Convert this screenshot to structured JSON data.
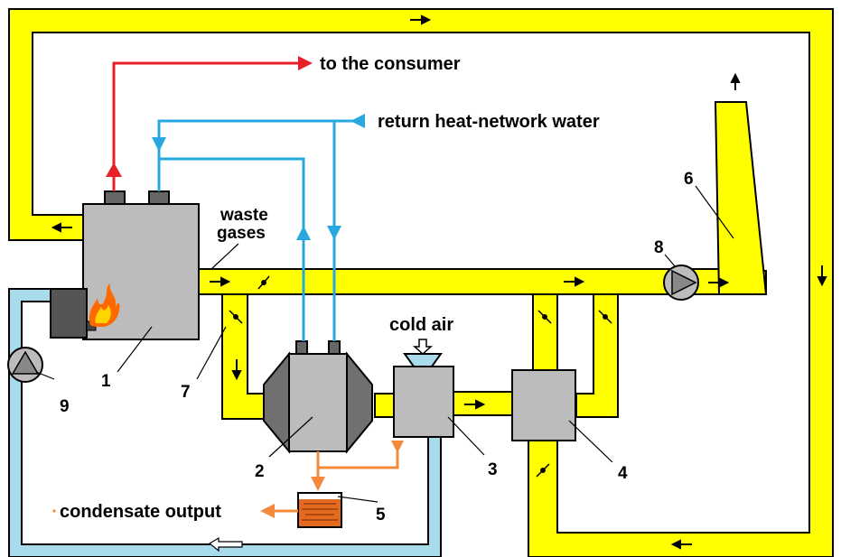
{
  "labels": {
    "consumer": "to the consumer",
    "return_water": "return heat-network water",
    "waste_gases_1": "waste",
    "waste_gases_2": "gases",
    "cold_air": "cold air",
    "condensate": "condensate output"
  },
  "numbers": {
    "n1": "1",
    "n2": "2",
    "n3": "3",
    "n4": "4",
    "n5": "5",
    "n6": "6",
    "n7": "7",
    "n8": "8",
    "n9": "9"
  },
  "colors": {
    "flue_gas": "#ffff00",
    "cold_water": "#a8dced",
    "hot_supply": "#e8202a",
    "return_pipe": "#27a8e0",
    "condensate": "#f4883b",
    "equipment": "#bcbcbc"
  },
  "icons": [
    "flame-icon",
    "pump-icon",
    "damper-icon",
    "flow-arrow-icon"
  ]
}
